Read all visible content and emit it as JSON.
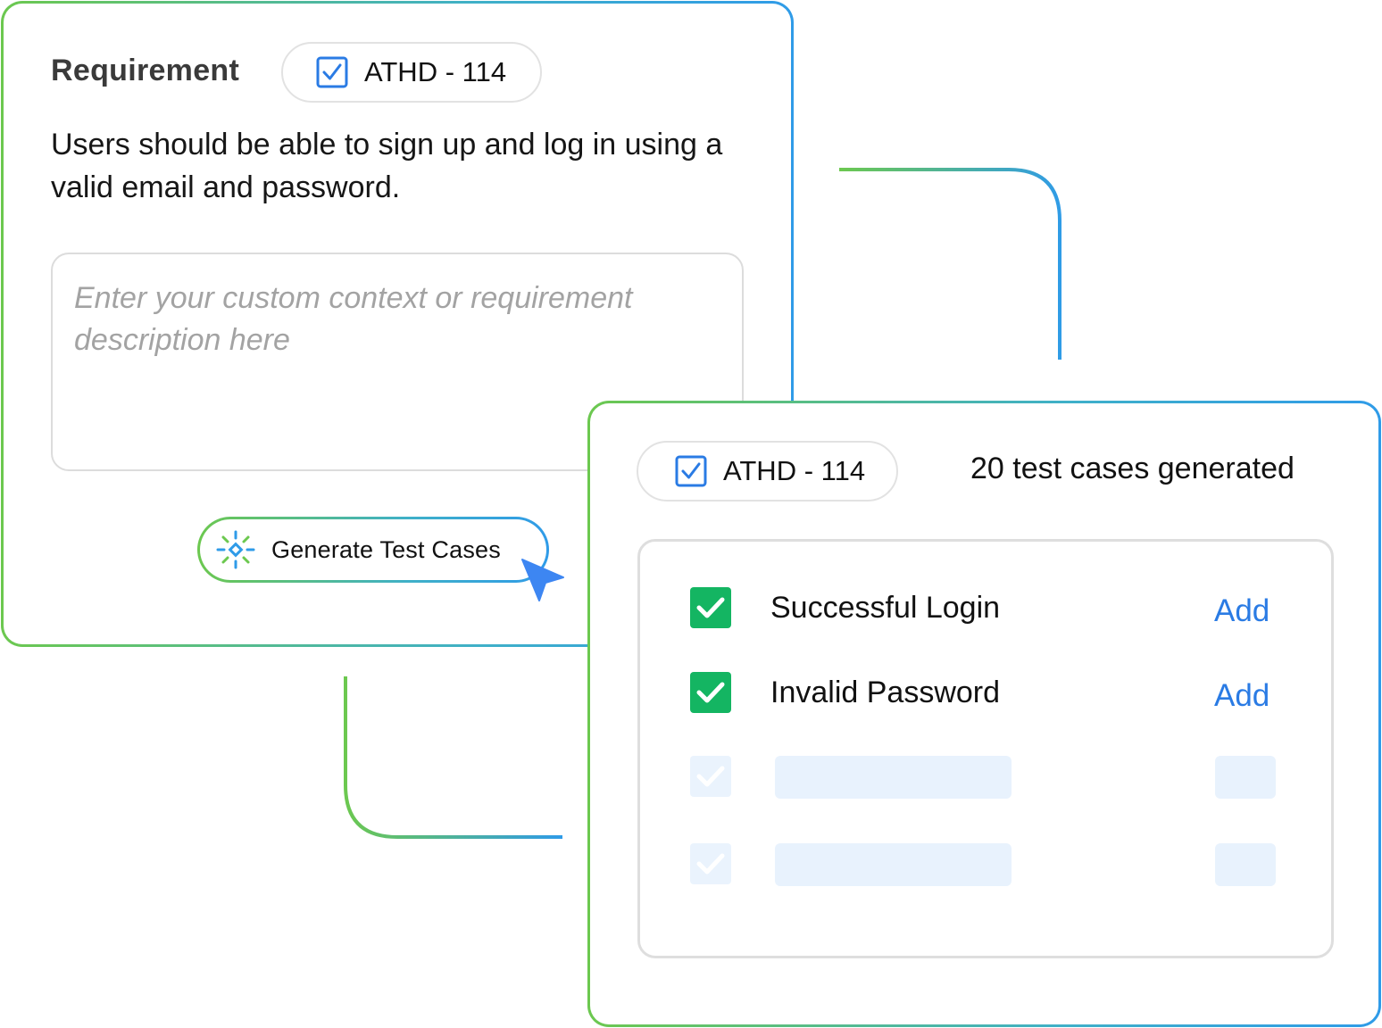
{
  "requirement_card": {
    "title": "Requirement",
    "ticket_id": "ATHD - 114",
    "description": "Users should be able to sign up and log in using a valid email and password.",
    "context_input": {
      "value": "",
      "placeholder": "Enter your custom context or requirement description here"
    },
    "generate_button_label": "Generate Test Cases"
  },
  "results_card": {
    "ticket_id": "ATHD - 114",
    "generated_count_text": "20 test cases generated",
    "test_cases": [
      {
        "title": "Successful Login",
        "checked": true,
        "action_label": "Add"
      },
      {
        "title": "Invalid Password",
        "checked": true,
        "action_label": "Add"
      }
    ],
    "loading_placeholder_rows": 2
  },
  "icons": {
    "ticket": "checkbox-icon",
    "generate": "ai-sparkle-icon",
    "cursor": "pointer-cursor-icon",
    "case_check": "check-icon"
  },
  "colors": {
    "accent_blue": "#2a7be4",
    "accent_green": "#6cc84f",
    "gradient_end": "#2f9be8",
    "check_green": "#14b562",
    "skeleton": "#e8f2fd",
    "placeholder_text": "#a3a3a3"
  }
}
